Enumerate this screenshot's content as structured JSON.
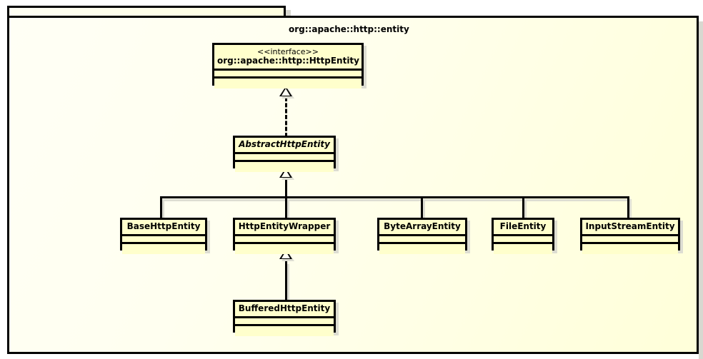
{
  "diagram": {
    "type": "uml-class-diagram",
    "package_title": "org::apache::http::entity",
    "colors": {
      "class_fill": "#FFFFCC",
      "package_fill": "#FFFFF5",
      "border": "#000000",
      "shadow": "#DDDDD2"
    },
    "classes": [
      {
        "id": "http-entity",
        "stereotype": "<<interface>>",
        "name": "org::apache::http::HttpEntity",
        "kind": "interface"
      },
      {
        "id": "abstract-http-entity",
        "stereotype": "",
        "name": "AbstractHttpEntity",
        "kind": "abstract-class"
      },
      {
        "id": "base-http-entity",
        "stereotype": "",
        "name": "BaseHttpEntity",
        "kind": "class"
      },
      {
        "id": "http-entity-wrapper",
        "stereotype": "",
        "name": "HttpEntityWrapper",
        "kind": "class"
      },
      {
        "id": "byte-array-entity",
        "stereotype": "",
        "name": "ByteArrayEntity",
        "kind": "class"
      },
      {
        "id": "file-entity",
        "stereotype": "",
        "name": "FileEntity",
        "kind": "class"
      },
      {
        "id": "input-stream-entity",
        "stereotype": "",
        "name": "InputStreamEntity",
        "kind": "class"
      },
      {
        "id": "buffered-http-entity",
        "stereotype": "",
        "name": "BufferedHttpEntity",
        "kind": "class"
      }
    ],
    "relationships": [
      {
        "from": "abstract-http-entity",
        "to": "http-entity",
        "type": "realization"
      },
      {
        "from": "base-http-entity",
        "to": "abstract-http-entity",
        "type": "generalization"
      },
      {
        "from": "http-entity-wrapper",
        "to": "abstract-http-entity",
        "type": "generalization"
      },
      {
        "from": "byte-array-entity",
        "to": "abstract-http-entity",
        "type": "generalization"
      },
      {
        "from": "file-entity",
        "to": "abstract-http-entity",
        "type": "generalization"
      },
      {
        "from": "input-stream-entity",
        "to": "abstract-http-entity",
        "type": "generalization"
      },
      {
        "from": "buffered-http-entity",
        "to": "http-entity-wrapper",
        "type": "generalization"
      }
    ]
  }
}
